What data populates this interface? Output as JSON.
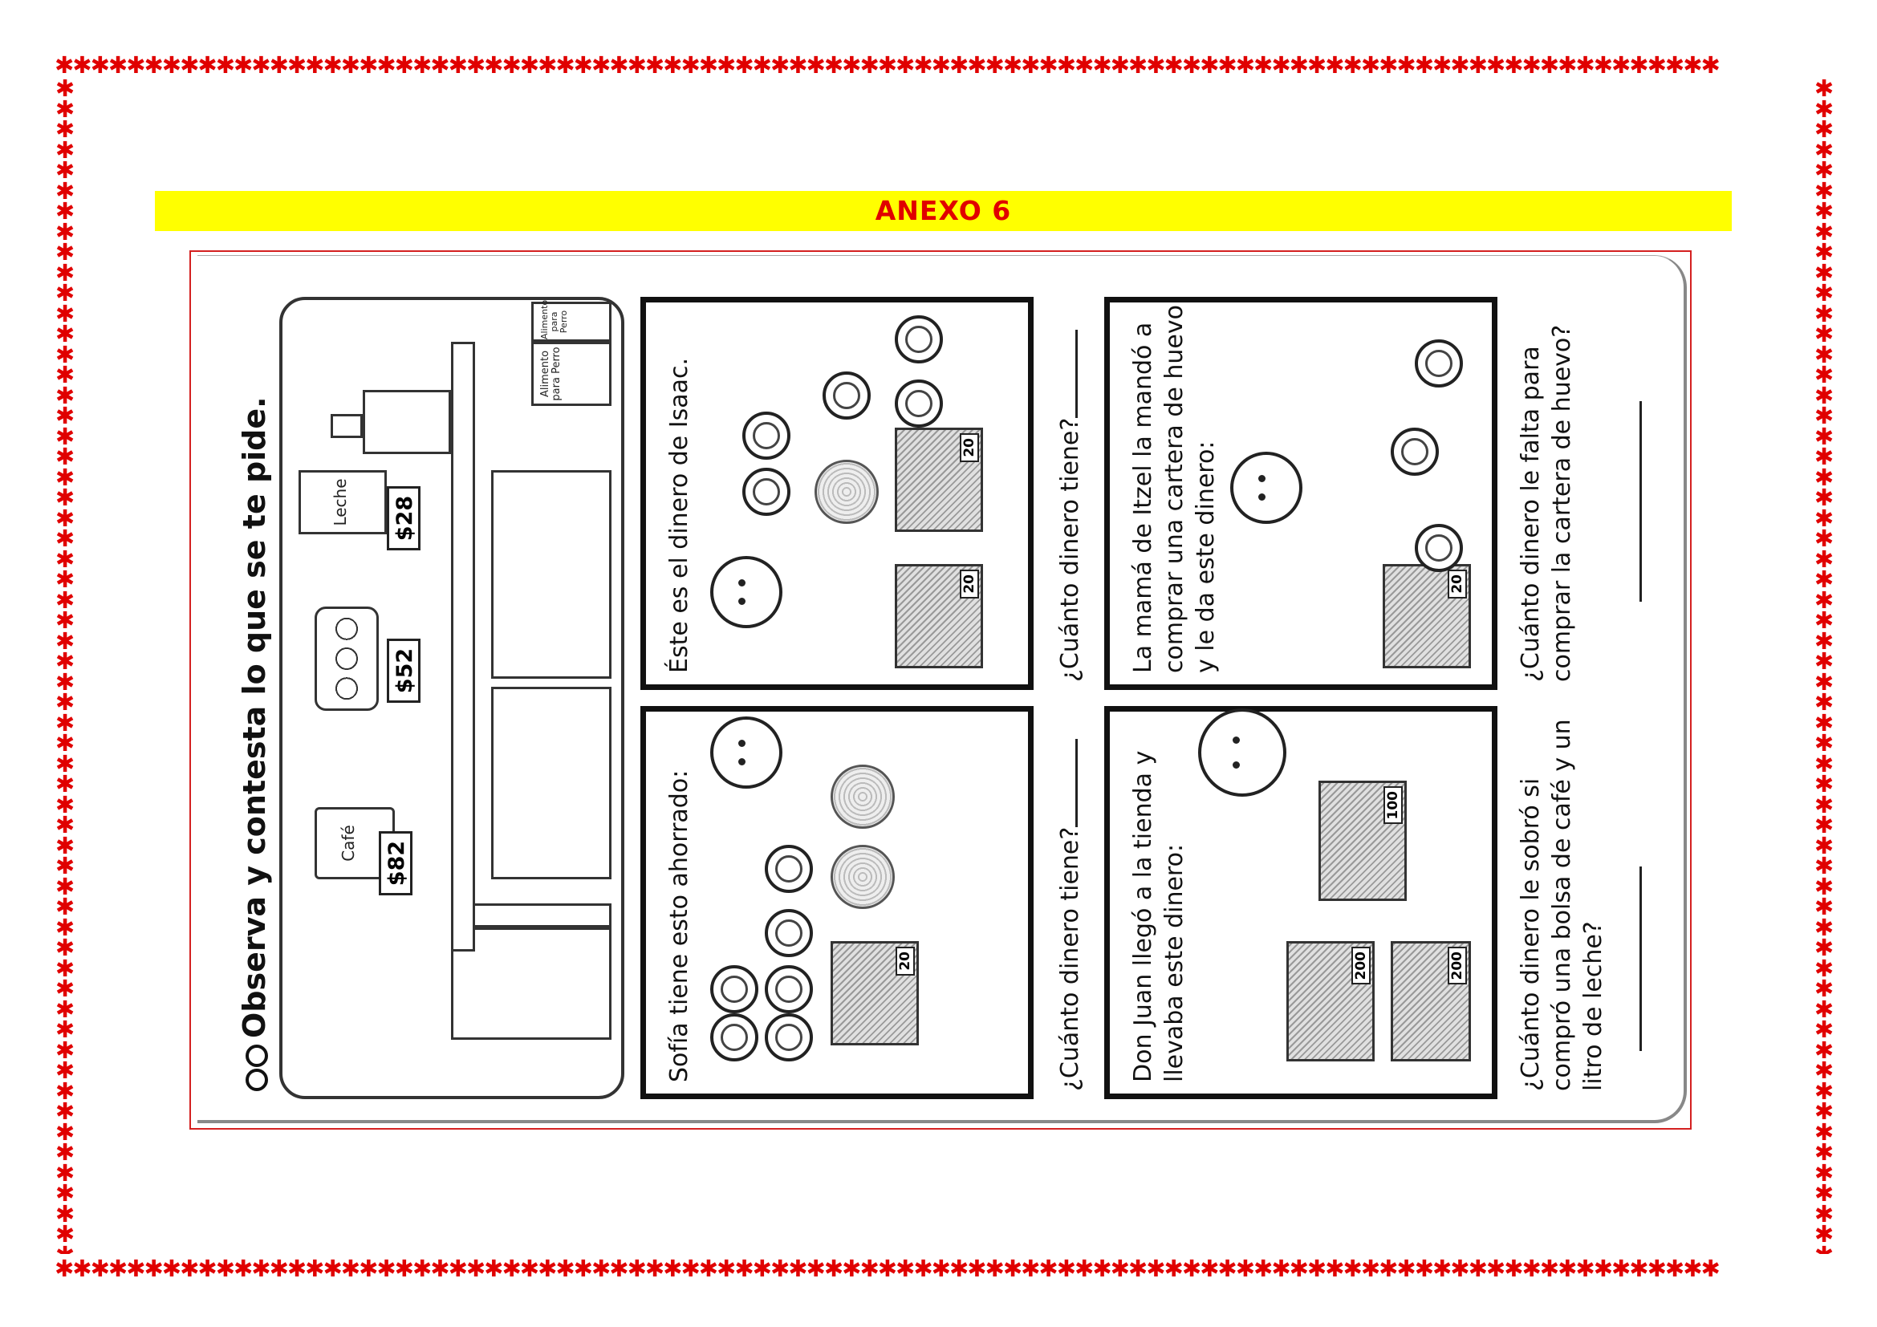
{
  "banner": {
    "title": "ANEXO 6"
  },
  "worksheet": {
    "instruction": "Observa y contesta lo que se te pide.",
    "store": {
      "prices": {
        "cafe": "$82",
        "huevo": "$52",
        "leche": "$28"
      },
      "labels": {
        "cafe": "Café",
        "leche": "Leche",
        "alimento1": "Alimento para Perro",
        "alimento2": "Alimento para Perro"
      }
    },
    "q1": {
      "text": "Sofía tiene esto ahorrado:",
      "question": "¿Cuánto dinero tiene?",
      "bill": "20"
    },
    "q2": {
      "text": "Éste es el dinero de Isaac.",
      "question": "¿Cuánto dinero tiene?",
      "bill_a": "20",
      "bill_b": "20"
    },
    "q3": {
      "text": "Don Juan llegó a la tienda y llevaba este dinero:",
      "question": "¿Cuánto dinero le sobró si compró una bolsa de café y un litro de leche?",
      "bill_a": "200",
      "bill_b": "200",
      "bill_c": "100"
    },
    "q4": {
      "text": "La mamá de Itzel la mandó a comprar una cartera de huevo y le da este dinero:",
      "question": "¿Cuánto dinero le falta para comprar la cartera de huevo?",
      "bill": "20"
    }
  },
  "colors": {
    "border_stars": "#e00000",
    "banner_bg": "#ffff00",
    "banner_text": "#e00000",
    "frame": "#d42020"
  }
}
